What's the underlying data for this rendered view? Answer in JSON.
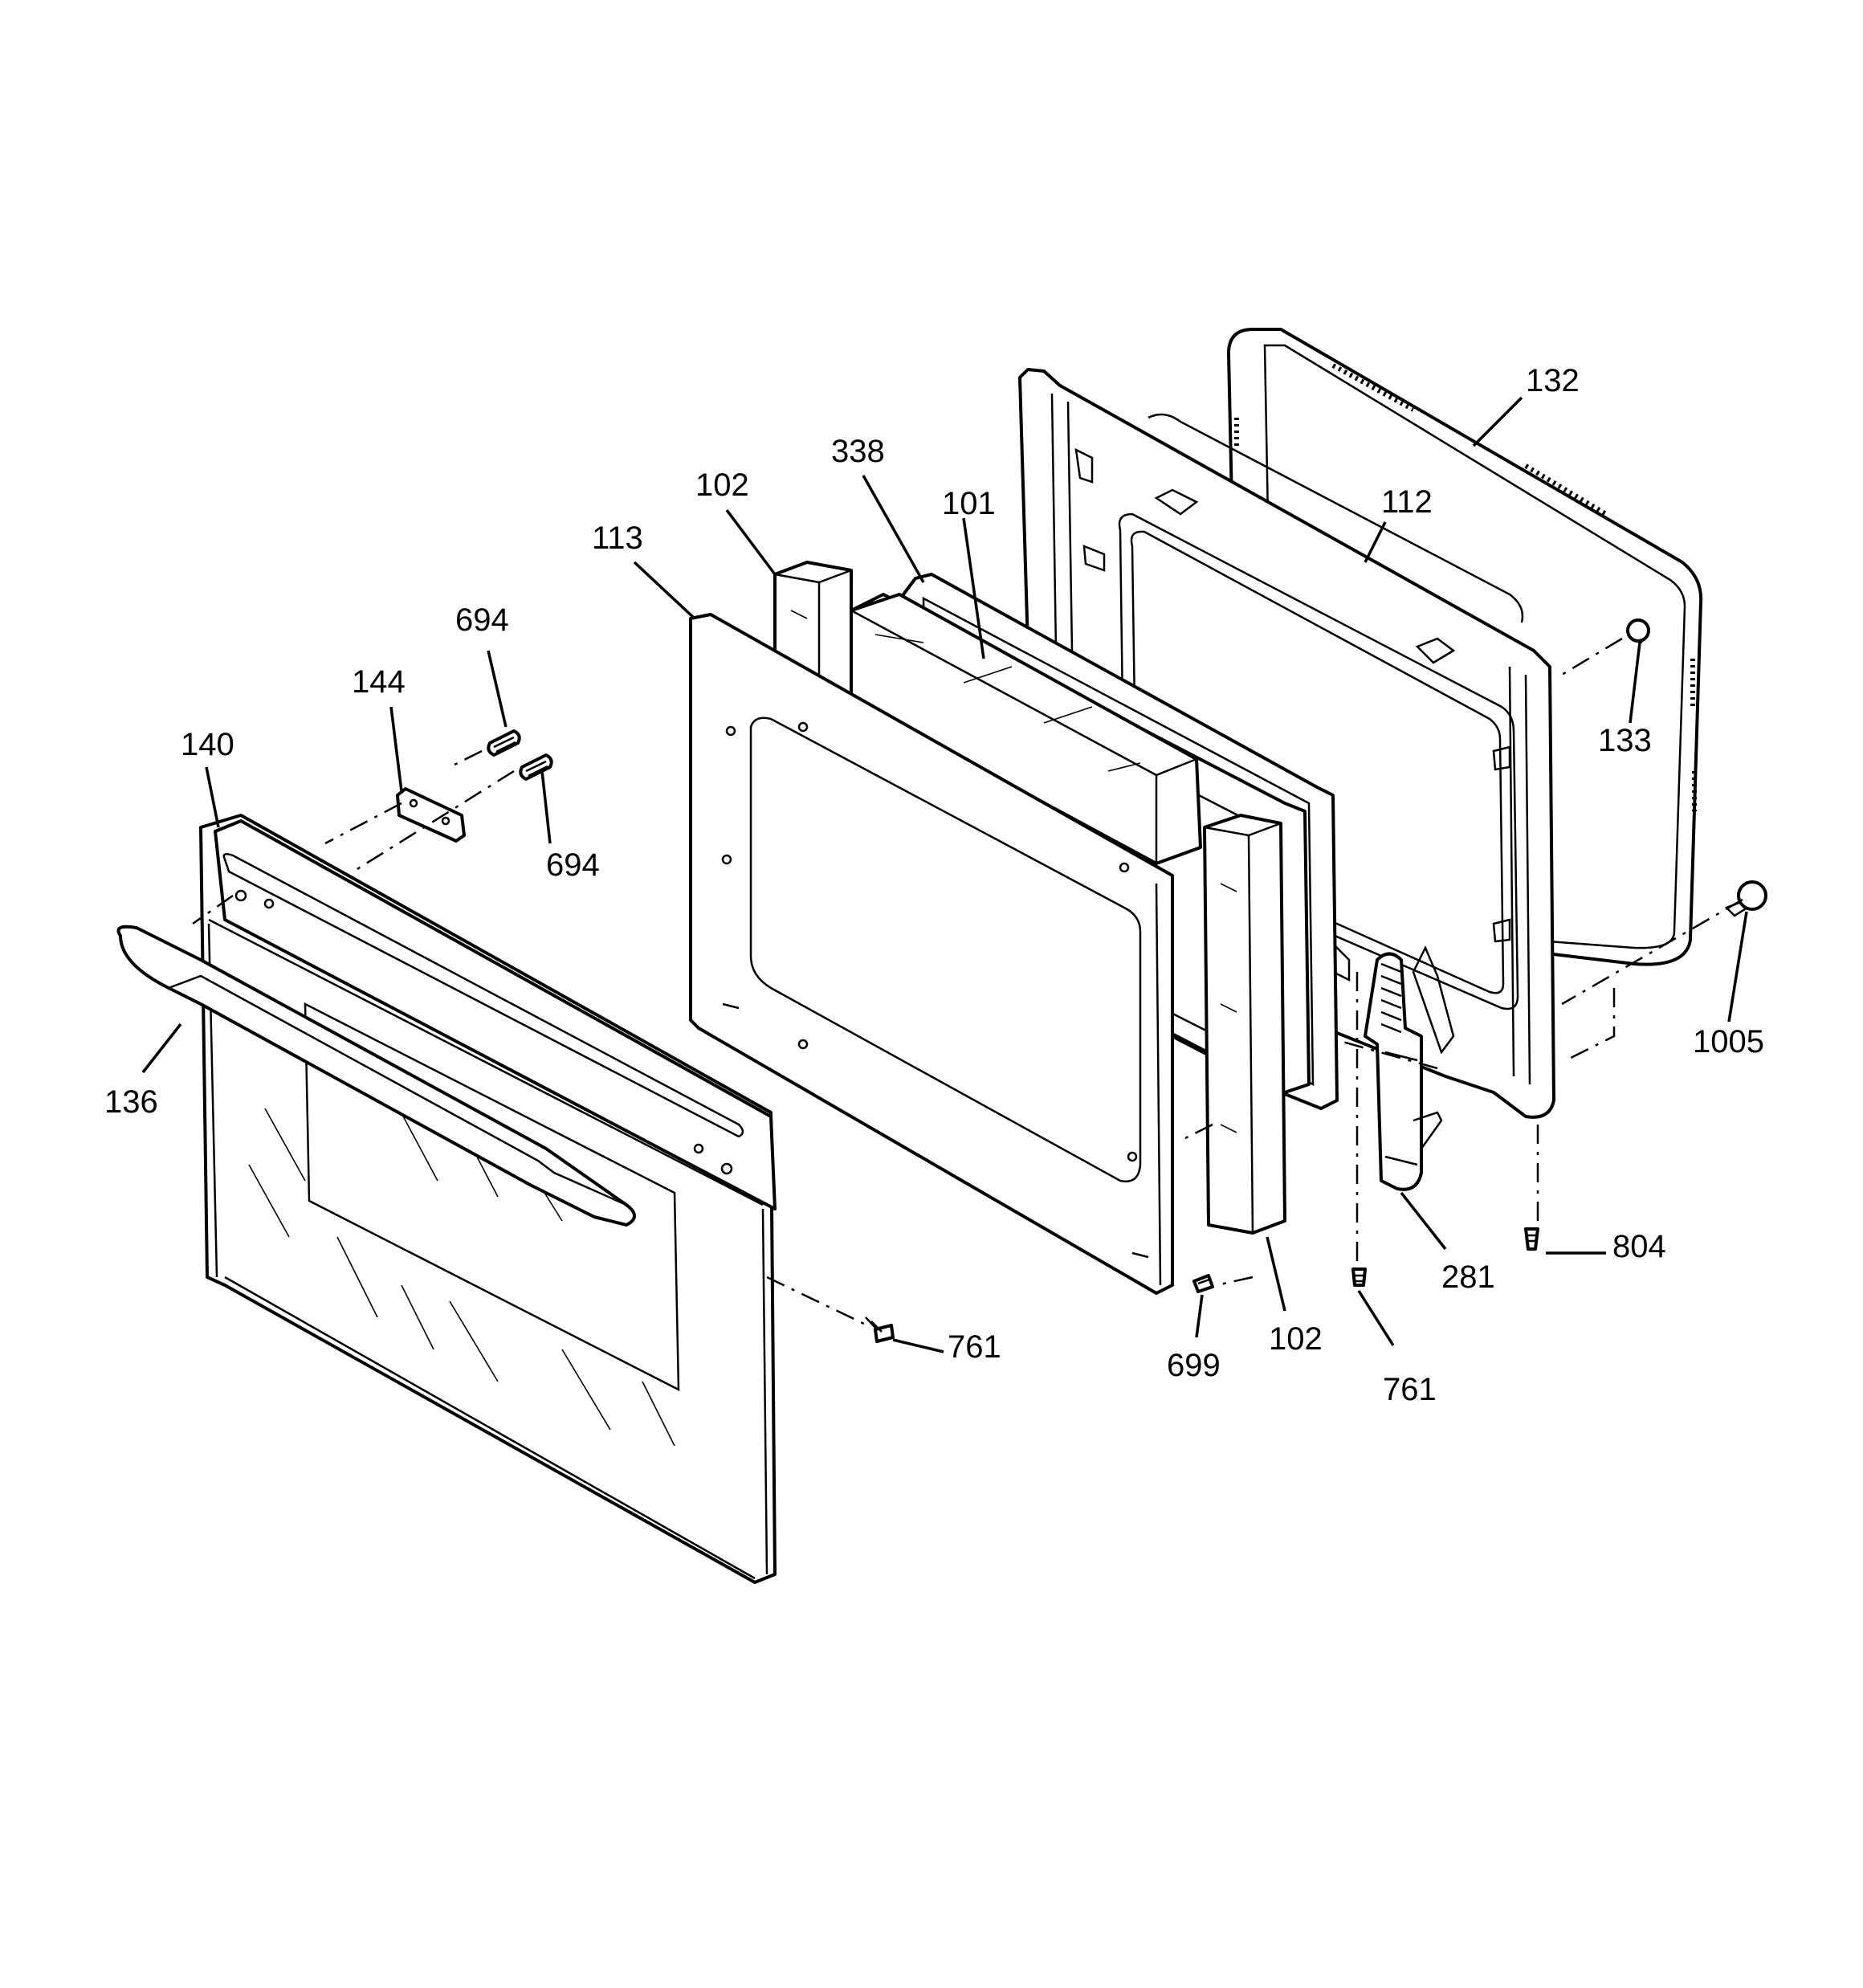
{
  "callouts": {
    "c132": "132",
    "c338": "338",
    "c102_top": "102",
    "c101": "101",
    "c112": "112",
    "c113": "113",
    "c694_top": "694",
    "c133": "133",
    "c144": "144",
    "c140": "140",
    "c694_bottom": "694",
    "c1005": "1005",
    "c136": "136",
    "c804": "804",
    "c281": "281",
    "c761_left": "761",
    "c699": "699",
    "c102_bottom": "102",
    "c761_right": "761"
  }
}
